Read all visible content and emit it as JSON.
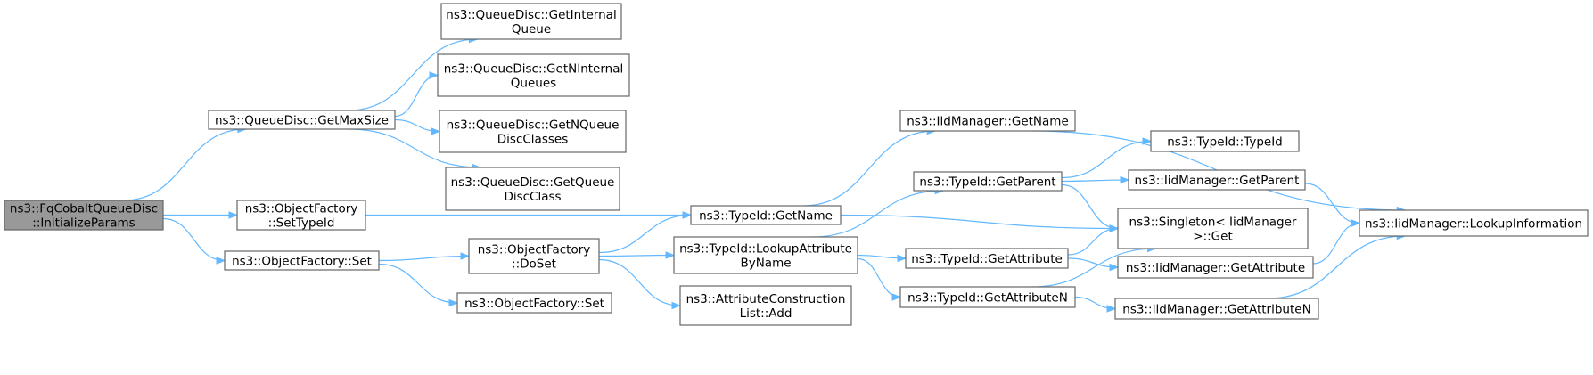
{
  "graph": {
    "nodes": [
      {
        "id": "root",
        "lines": [
          "ns3::FqCobaltQueueDisc",
          "::InitializeParams"
        ],
        "root": true
      },
      {
        "id": "getmaxsize",
        "lines": [
          "ns3::QueueDisc::GetMaxSize"
        ]
      },
      {
        "id": "getinternalqueue",
        "lines": [
          "ns3::QueueDisc::GetInternal",
          "Queue"
        ]
      },
      {
        "id": "getninternalqueues",
        "lines": [
          "ns3::QueueDisc::GetNInternal",
          "Queues"
        ]
      },
      {
        "id": "getnqueuediscclasses",
        "lines": [
          "ns3::QueueDisc::GetNQueue",
          "DiscClasses"
        ]
      },
      {
        "id": "getqueuediscclass",
        "lines": [
          "ns3::QueueDisc::GetQueue",
          "DiscClass"
        ]
      },
      {
        "id": "of_settypeid",
        "lines": [
          "ns3::ObjectFactory",
          "::SetTypeId"
        ]
      },
      {
        "id": "of_set1",
        "lines": [
          "ns3::ObjectFactory::Set"
        ]
      },
      {
        "id": "of_set2",
        "lines": [
          "ns3::ObjectFactory::Set"
        ]
      },
      {
        "id": "of_doset",
        "lines": [
          "ns3::ObjectFactory",
          "::DoSet"
        ]
      },
      {
        "id": "tid_getname",
        "lines": [
          "ns3::TypeId::GetName"
        ]
      },
      {
        "id": "tid_lookupattr",
        "lines": [
          "ns3::TypeId::LookupAttribute",
          "ByName"
        ]
      },
      {
        "id": "acl_add",
        "lines": [
          "ns3::AttributeConstruction",
          "List::Add"
        ]
      },
      {
        "id": "iid_getname",
        "lines": [
          "ns3::IidManager::GetName"
        ]
      },
      {
        "id": "tid_getparent",
        "lines": [
          "ns3::TypeId::GetParent"
        ]
      },
      {
        "id": "tid_getattribute",
        "lines": [
          "ns3::TypeId::GetAttribute"
        ]
      },
      {
        "id": "tid_getattributen",
        "lines": [
          "ns3::TypeId::GetAttributeN"
        ]
      },
      {
        "id": "tid_typeid",
        "lines": [
          "ns3::TypeId::TypeId"
        ]
      },
      {
        "id": "iid_getparent",
        "lines": [
          "ns3::IidManager::GetParent"
        ]
      },
      {
        "id": "singleton_get",
        "lines": [
          "ns3::Singleton< IidManager",
          ">::Get"
        ]
      },
      {
        "id": "iid_getattribute",
        "lines": [
          "ns3::IidManager::GetAttribute"
        ]
      },
      {
        "id": "iid_getattributen",
        "lines": [
          "ns3::IidManager::GetAttributeN"
        ]
      },
      {
        "id": "iid_lookupinfo",
        "lines": [
          "ns3::IidManager::LookupInformation"
        ]
      }
    ],
    "edges": [
      {
        "from": "root",
        "to": "getmaxsize"
      },
      {
        "from": "root",
        "to": "of_settypeid"
      },
      {
        "from": "root",
        "to": "of_set1"
      },
      {
        "from": "getmaxsize",
        "to": "getinternalqueue"
      },
      {
        "from": "getmaxsize",
        "to": "getninternalqueues"
      },
      {
        "from": "getmaxsize",
        "to": "getnqueuediscclasses"
      },
      {
        "from": "getmaxsize",
        "to": "getqueuediscclass"
      },
      {
        "from": "of_settypeid",
        "to": "tid_getname"
      },
      {
        "from": "of_set1",
        "to": "of_doset"
      },
      {
        "from": "of_set1",
        "to": "of_set2"
      },
      {
        "from": "of_doset",
        "to": "tid_getname"
      },
      {
        "from": "of_doset",
        "to": "tid_lookupattr"
      },
      {
        "from": "of_doset",
        "to": "acl_add"
      },
      {
        "from": "tid_getname",
        "to": "iid_getname"
      },
      {
        "from": "tid_getname",
        "to": "singleton_get"
      },
      {
        "from": "tid_lookupattr",
        "to": "tid_getparent"
      },
      {
        "from": "tid_lookupattr",
        "to": "tid_getattribute"
      },
      {
        "from": "tid_lookupattr",
        "to": "tid_getattributen"
      },
      {
        "from": "iid_getname",
        "to": "iid_lookupinfo"
      },
      {
        "from": "tid_getparent",
        "to": "tid_typeid"
      },
      {
        "from": "tid_getparent",
        "to": "iid_getparent"
      },
      {
        "from": "tid_getparent",
        "to": "singleton_get"
      },
      {
        "from": "tid_getattribute",
        "to": "singleton_get"
      },
      {
        "from": "tid_getattribute",
        "to": "iid_getattribute"
      },
      {
        "from": "tid_getattributen",
        "to": "singleton_get"
      },
      {
        "from": "tid_getattributen",
        "to": "iid_getattributen"
      },
      {
        "from": "iid_getparent",
        "to": "iid_lookupinfo"
      },
      {
        "from": "iid_getattribute",
        "to": "iid_lookupinfo"
      },
      {
        "from": "iid_getattributen",
        "to": "iid_lookupinfo"
      }
    ]
  },
  "colors": {
    "edge": "#63b8ff",
    "node_border": "#666666",
    "root_fill": "#999999",
    "node_fill": "#ffffff"
  }
}
